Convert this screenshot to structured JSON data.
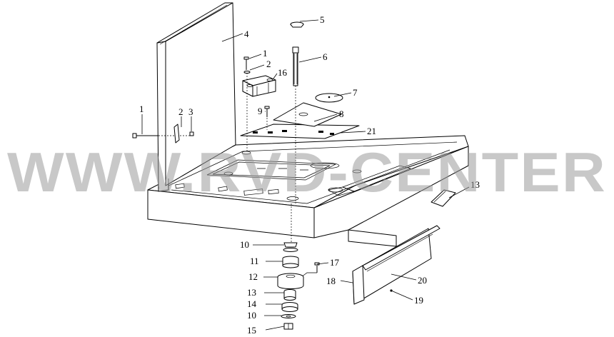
{
  "watermark": "WWW.RVD-CENTER",
  "callouts": [
    {
      "id": "c-4",
      "text": "4"
    },
    {
      "id": "c-5",
      "text": "5"
    },
    {
      "id": "c-1a",
      "text": "1"
    },
    {
      "id": "c-2a",
      "text": "2"
    },
    {
      "id": "c-16",
      "text": "16"
    },
    {
      "id": "c-6",
      "text": "6"
    },
    {
      "id": "c-7",
      "text": "7"
    },
    {
      "id": "c-1b",
      "text": "1"
    },
    {
      "id": "c-2b",
      "text": "2"
    },
    {
      "id": "c-3",
      "text": "3"
    },
    {
      "id": "c-9",
      "text": "9"
    },
    {
      "id": "c-8",
      "text": "8"
    },
    {
      "id": "c-21",
      "text": "21"
    },
    {
      "id": "c-13a",
      "text": "13"
    },
    {
      "id": "c-10a",
      "text": "10"
    },
    {
      "id": "c-11",
      "text": "11"
    },
    {
      "id": "c-17",
      "text": "17"
    },
    {
      "id": "c-12",
      "text": "12"
    },
    {
      "id": "c-18",
      "text": "18"
    },
    {
      "id": "c-20",
      "text": "20"
    },
    {
      "id": "c-13b",
      "text": "13"
    },
    {
      "id": "c-14",
      "text": "14"
    },
    {
      "id": "c-19",
      "text": "19"
    },
    {
      "id": "c-10b",
      "text": "10"
    },
    {
      "id": "c-15",
      "text": "15"
    }
  ]
}
